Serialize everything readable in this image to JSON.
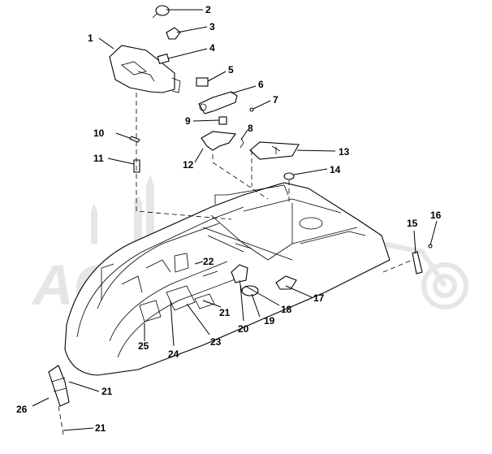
{
  "callouts": [
    {
      "id": "c1",
      "text": "1"
    },
    {
      "id": "c2",
      "text": "2"
    },
    {
      "id": "c3",
      "text": "3"
    },
    {
      "id": "c4",
      "text": "4"
    },
    {
      "id": "c5",
      "text": "5"
    },
    {
      "id": "c6",
      "text": "6"
    },
    {
      "id": "c7",
      "text": "7"
    },
    {
      "id": "c8",
      "text": "8"
    },
    {
      "id": "c9",
      "text": "9"
    },
    {
      "id": "c10",
      "text": "10"
    },
    {
      "id": "c11",
      "text": "11"
    },
    {
      "id": "c12",
      "text": "12"
    },
    {
      "id": "c13",
      "text": "13"
    },
    {
      "id": "c14",
      "text": "14"
    },
    {
      "id": "c15",
      "text": "15"
    },
    {
      "id": "c16",
      "text": "16"
    },
    {
      "id": "c17",
      "text": "17"
    },
    {
      "id": "c18",
      "text": "18"
    },
    {
      "id": "c19",
      "text": "19"
    },
    {
      "id": "c20",
      "text": "20"
    },
    {
      "id": "c21a",
      "text": "21"
    },
    {
      "id": "c21b",
      "text": "21"
    },
    {
      "id": "c21c",
      "text": "21"
    },
    {
      "id": "c22",
      "text": "22"
    },
    {
      "id": "c23",
      "text": "23"
    },
    {
      "id": "c24",
      "text": "24"
    },
    {
      "id": "c25",
      "text": "25"
    },
    {
      "id": "c26",
      "text": "26"
    }
  ],
  "watermark": {
    "text": "AGAPOMI",
    "color": "#e6e6e6"
  },
  "colors": {
    "ink": "#000000",
    "paper": "#ffffff"
  }
}
